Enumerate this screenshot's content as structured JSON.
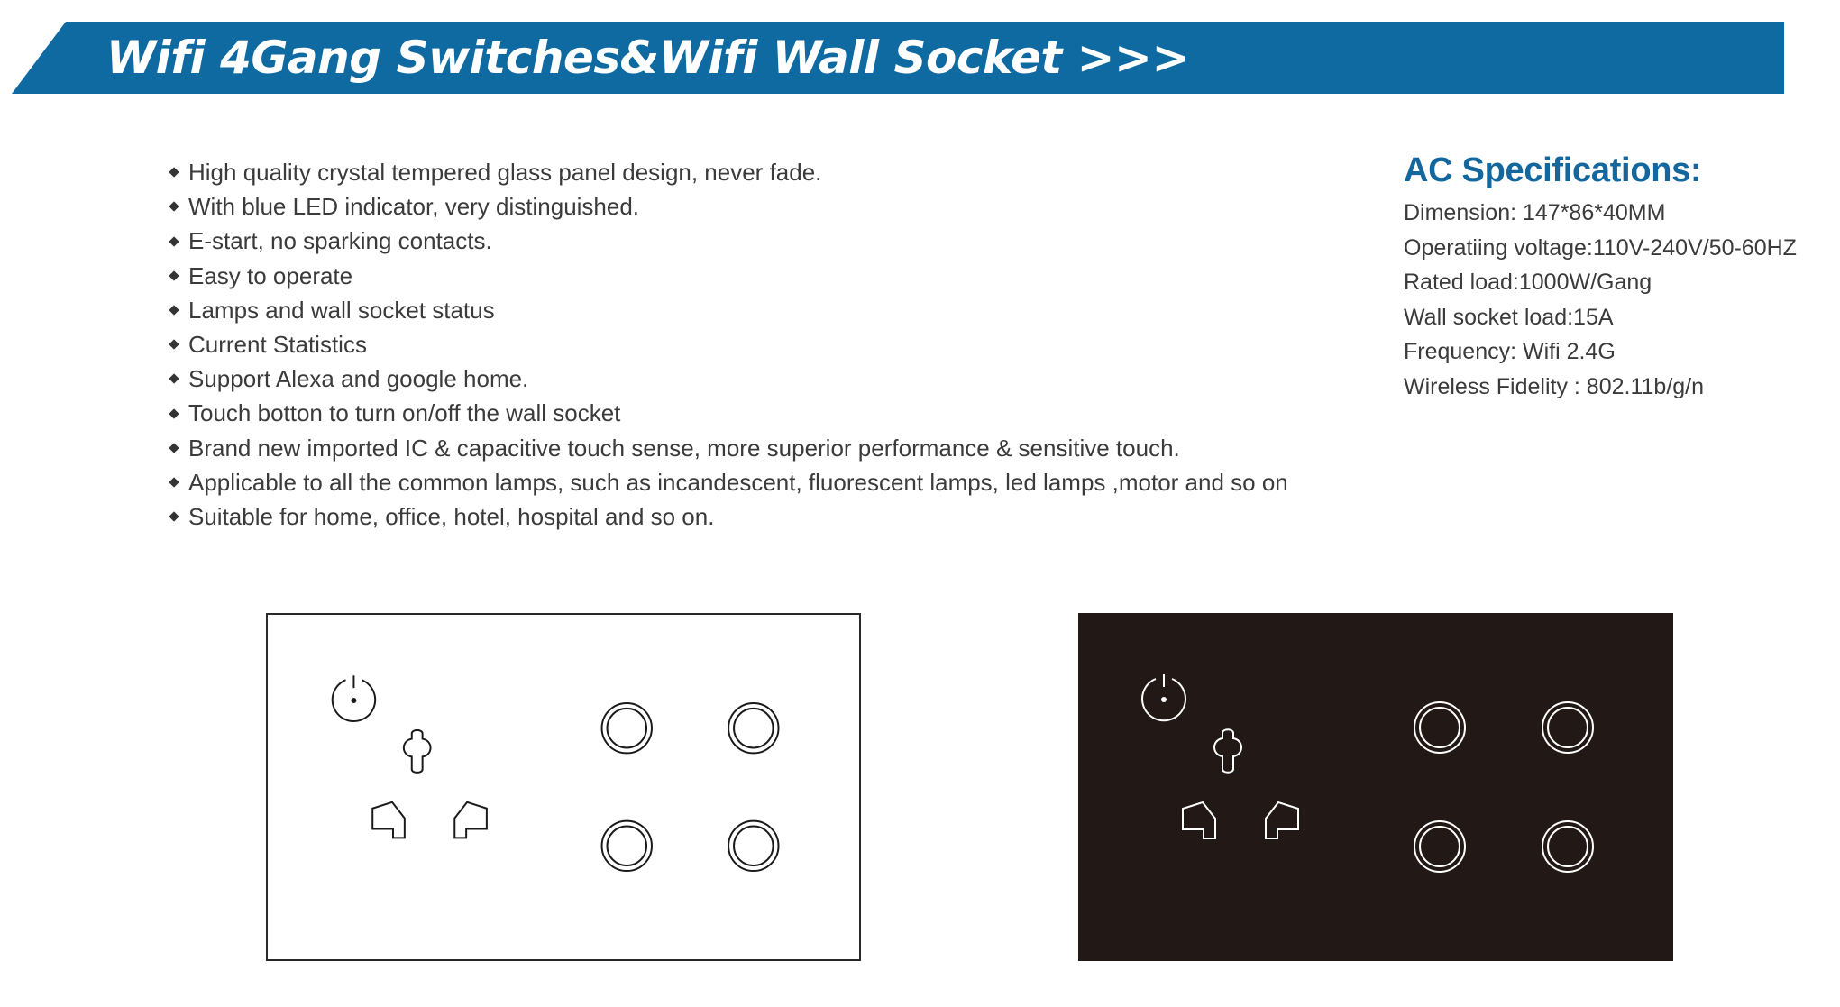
{
  "banner": {
    "title": "Wifi 4Gang Switches&Wifi Wall Socket >>>",
    "color": "#0e6aa0"
  },
  "features": [
    "High quality crystal tempered glass panel design, never fade.",
    "With blue LED indicator, very distinguished.",
    "E-start, no sparking contacts.",
    "Easy to operate",
    "Lamps and wall socket status",
    "Current Statistics",
    "Support Alexa and google home.",
    "Touch botton to turn on/off the wall socket",
    "Brand new imported IC & capacitive touch sense, more superior performance & sensitive touch.",
    "Applicable to all the common lamps, such as incandescent, fluorescent lamps, led lamps ,motor and so on",
    "Suitable for home, office, hotel, hospital and so on."
  ],
  "spec": {
    "title": "AC Specifications:",
    "lines": [
      "Dimension: 147*86*40MM",
      "Operatiing voltage:110V-240V/50-60HZ",
      "Rated load:1000W/Gang",
      "Wall socket load:15A",
      "Frequency: Wifi 2.4G",
      "Wireless Fidelity : 802.11b/g/n"
    ],
    "title_color": "#14679c"
  },
  "panels": [
    {
      "variant": "white",
      "background": "#ffffff",
      "stroke": "#1a1a1a",
      "icons": [
        "power-icon",
        "universal-socket-icon",
        "touch-button-icon",
        "touch-button-icon",
        "touch-button-icon",
        "touch-button-icon"
      ]
    },
    {
      "variant": "black",
      "background": "#221815",
      "stroke": "#ffffff",
      "icons": [
        "power-icon",
        "universal-socket-icon",
        "touch-button-icon",
        "touch-button-icon",
        "touch-button-icon",
        "touch-button-icon"
      ]
    }
  ]
}
